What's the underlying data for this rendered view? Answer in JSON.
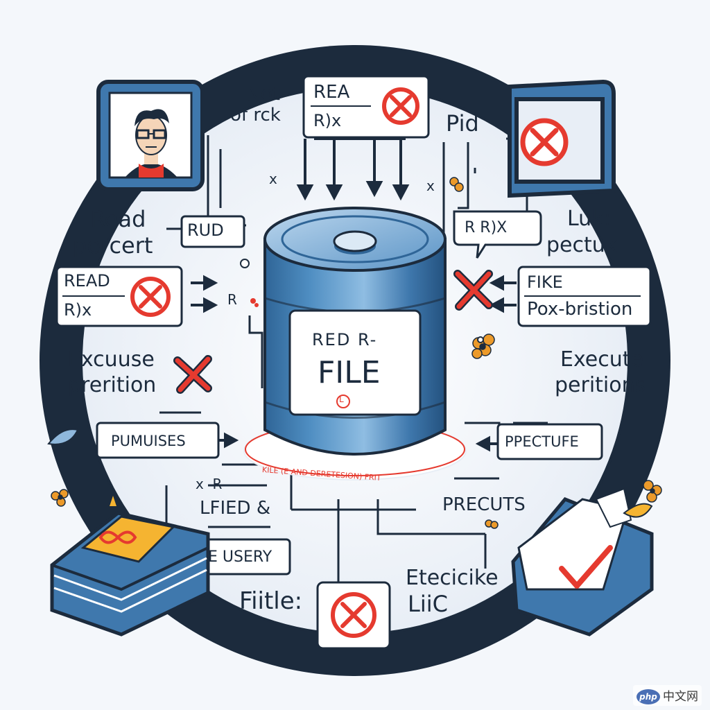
{
  "colors": {
    "ink": "#1c2b3d",
    "blue": "#3f78ad",
    "blue_light": "#8fb8dc",
    "red": "#e53a2f",
    "orange": "#ec9a2a",
    "paper": "#ffffff",
    "background": "#f4f7fb"
  },
  "top": {
    "note_line1": "Not",
    "note_line2": "of rck",
    "box_line1": "REA",
    "box_line2": "R)x",
    "right_label": "Pid"
  },
  "left": {
    "read_label_line1": "Read",
    "read_label_line2": "percert",
    "rud_box": "RUD",
    "read_box_line1": "READ",
    "read_box_line2": "R)x",
    "rb_mark": "R",
    "excuse_line1": "Excuuse",
    "excuse_line2": "prerition",
    "purpose_box": "PUMUISES"
  },
  "right": {
    "luk_line1": "Luk:",
    "luk_line2": "pectuk",
    "rrx_bubble": "R R)X",
    "fike_box_line1": "FIKE",
    "fike_box_line2": "Pox-bristion",
    "execute_line1": "Execute",
    "execute_line2": "peritions",
    "ppecture_box": "PPECTUFE",
    "precuts_label": "PRECUTS"
  },
  "center": {
    "label_line1": "RED R-",
    "label_line2": "FILE",
    "label_mark": "L",
    "base_text": "KILE (E AND DERETESION) FRIT"
  },
  "bottom": {
    "xr_label": "x  R",
    "lfied_label": "LFIED &",
    "usery_box": "E USERY",
    "fiitle_label": "Fiitle:",
    "etecicike_line1": "Etecicike",
    "etecicike_line2": "LiiC"
  },
  "marks": {
    "x_left": "x",
    "x_right": "x"
  },
  "icons": {
    "user": "user-portrait-icon",
    "forbidden": "forbidden-icon",
    "cross": "red-cross-icon",
    "check": "checkmark-icon",
    "flower": "flower-icon",
    "book": "book-icon",
    "paper": "paper-document-icon",
    "monitor": "monitor-icon",
    "cylinder": "file-cylinder-icon"
  },
  "watermark": {
    "logo": "php",
    "text": "中文网"
  }
}
